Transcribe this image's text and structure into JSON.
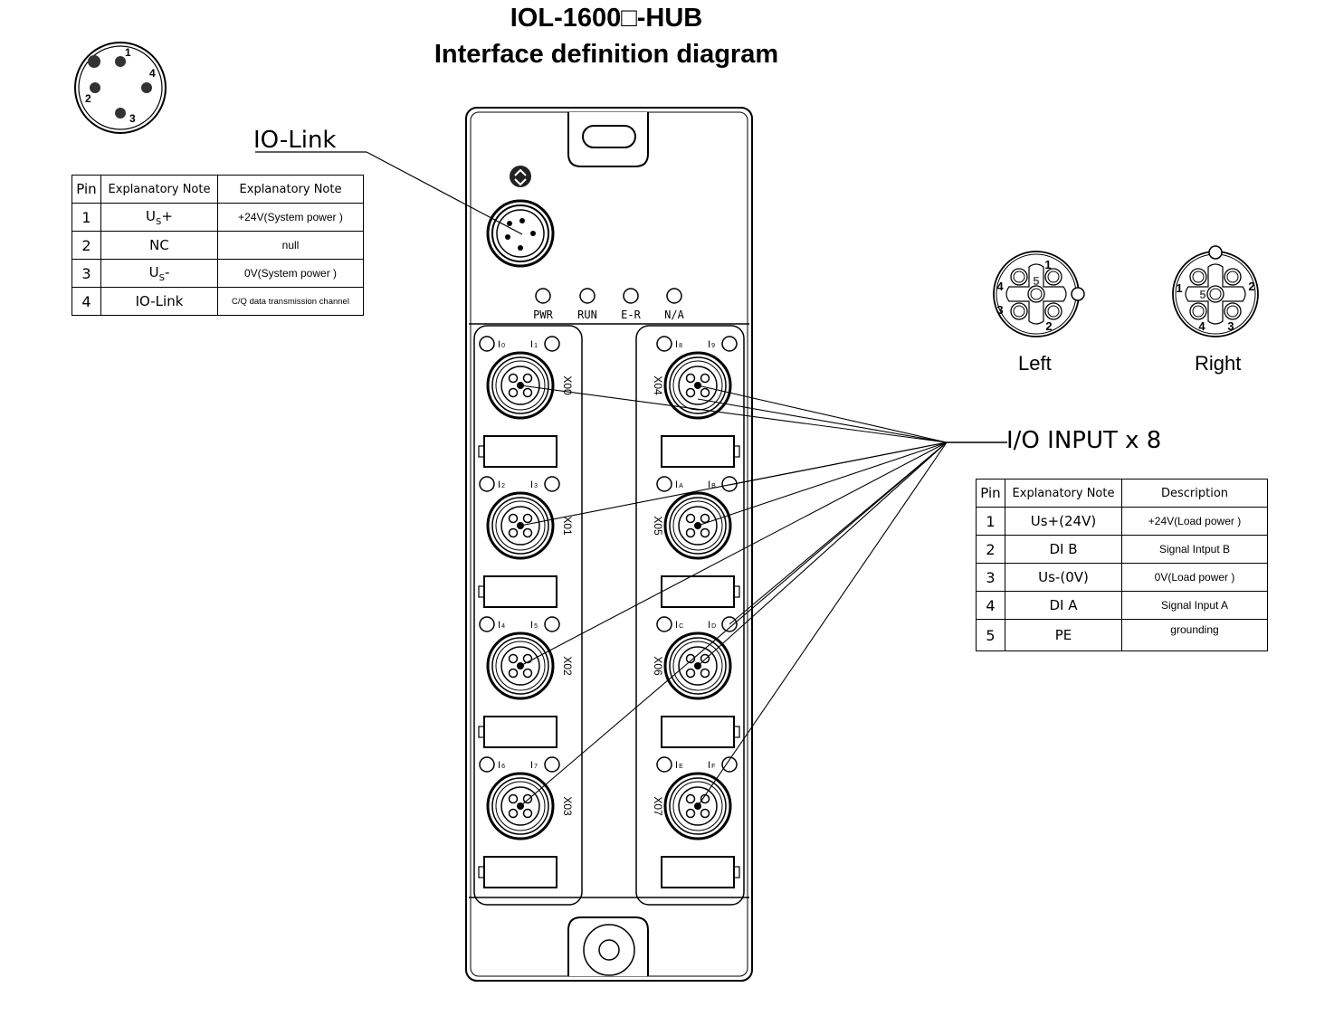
{
  "title": {
    "line1": "IOL-1600□-HUB",
    "line2": "Interface definition diagram"
  },
  "callouts": {
    "io_link": "IO-Link",
    "io_input": "I/O INPUT x 8"
  },
  "iolink_connector_pins": [
    "1",
    "2",
    "3",
    "4"
  ],
  "iolink_table": {
    "headers": [
      "Pin",
      "Explanatory Note",
      "Explanatory Note"
    ],
    "rows": [
      {
        "pin": "1",
        "note_main": "U",
        "note_sub": "S",
        "note_suffix": "+",
        "desc": "+24V(System power )"
      },
      {
        "pin": "2",
        "note_main": "NC",
        "note_sub": "",
        "note_suffix": "",
        "desc": "null"
      },
      {
        "pin": "3",
        "note_main": "U",
        "note_sub": "S",
        "note_suffix": "-",
        "desc": "0V(System power )"
      },
      {
        "pin": "4",
        "note_main": "IO-Link",
        "note_sub": "",
        "note_suffix": "",
        "desc": "C/Q data transmission channel"
      }
    ]
  },
  "m12_views": {
    "left": {
      "caption": "Left",
      "pins": [
        "1",
        "2",
        "3",
        "4",
        "5"
      ]
    },
    "right": {
      "caption": "Right",
      "pins": [
        "1",
        "2",
        "3",
        "4",
        "5"
      ]
    }
  },
  "io_table": {
    "headers": [
      "Pin",
      "Explanatory Note",
      "Description"
    ],
    "rows": [
      {
        "pin": "1",
        "note": "Us+(24V)",
        "desc": "+24V(Load power )"
      },
      {
        "pin": "2",
        "note": "DI B",
        "desc": "Signal Intput B"
      },
      {
        "pin": "3",
        "note": "Us-(0V)",
        "desc": "0V(Load power )"
      },
      {
        "pin": "4",
        "note": "DI A",
        "desc": "Signal Input A"
      },
      {
        "pin": "5",
        "note": "PE",
        "desc": "grounding"
      }
    ]
  },
  "device": {
    "leds": [
      "PWR",
      "RUN",
      "E-R",
      "N/A"
    ],
    "ports": [
      {
        "id": "X00",
        "inputs": [
          "I0",
          "I1"
        ]
      },
      {
        "id": "X01",
        "inputs": [
          "I2",
          "I3"
        ]
      },
      {
        "id": "X02",
        "inputs": [
          "I4",
          "I5"
        ]
      },
      {
        "id": "X03",
        "inputs": [
          "I6",
          "I7"
        ]
      },
      {
        "id": "X04",
        "inputs": [
          "I8",
          "I9"
        ]
      },
      {
        "id": "X05",
        "inputs": [
          "IA",
          "IB"
        ]
      },
      {
        "id": "X06",
        "inputs": [
          "IC",
          "ID"
        ]
      },
      {
        "id": "X07",
        "inputs": [
          "IE",
          "IF"
        ]
      }
    ]
  }
}
